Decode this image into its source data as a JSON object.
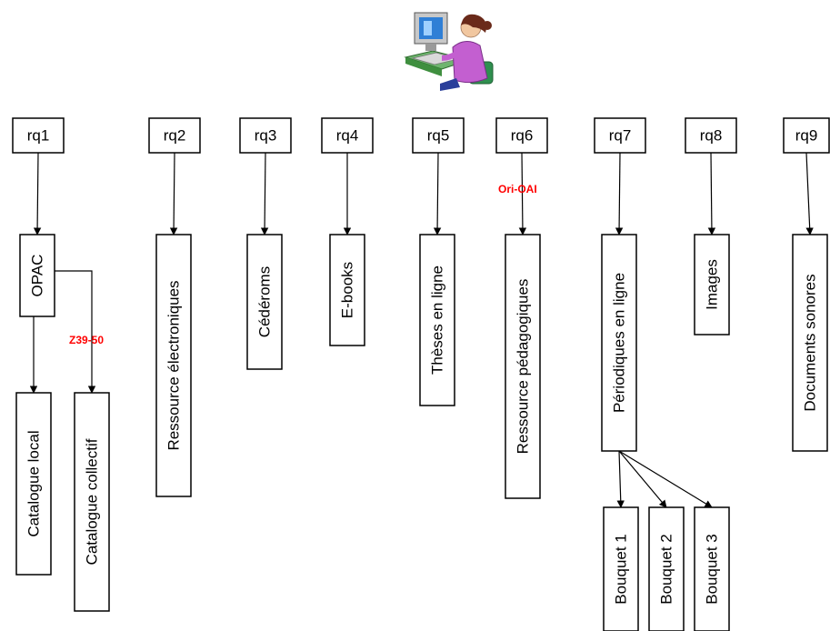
{
  "colors": {
    "line": "#000000",
    "box_fill": "#ffffff",
    "protocol_label": "#ff0000"
  },
  "illustration": {
    "icon": "user-at-computer-icon"
  },
  "requests": [
    {
      "id": "rq1",
      "label": "rq1"
    },
    {
      "id": "rq2",
      "label": "rq2"
    },
    {
      "id": "rq3",
      "label": "rq3"
    },
    {
      "id": "rq4",
      "label": "rq4"
    },
    {
      "id": "rq5",
      "label": "rq5"
    },
    {
      "id": "rq6",
      "label": "rq6"
    },
    {
      "id": "rq7",
      "label": "rq7"
    },
    {
      "id": "rq8",
      "label": "rq8"
    },
    {
      "id": "rq9",
      "label": "rq9"
    }
  ],
  "resources": [
    {
      "id": "opac",
      "label": "OPAC"
    },
    {
      "id": "ressource-electroniques",
      "label": "Ressource électroniques"
    },
    {
      "id": "cederoms",
      "label": "Cédéroms"
    },
    {
      "id": "ebooks",
      "label": "E-books"
    },
    {
      "id": "theses",
      "label": "Thèses en ligne"
    },
    {
      "id": "ressource-pedagogiques",
      "label": "Ressource pédagogiques"
    },
    {
      "id": "periodiques",
      "label": "Périodiques en ligne"
    },
    {
      "id": "images",
      "label": "Images"
    },
    {
      "id": "documents-sonores",
      "label": "Documents sonores"
    },
    {
      "id": "catalogue-local",
      "label": "Catalogue local"
    },
    {
      "id": "catalogue-collectif",
      "label": "Catalogue collectif"
    },
    {
      "id": "bouquet-1",
      "label": "Bouquet 1"
    },
    {
      "id": "bouquet-2",
      "label": "Bouquet 2"
    },
    {
      "id": "bouquet-3",
      "label": "Bouquet 3"
    }
  ],
  "protocols": [
    {
      "id": "z3950",
      "label": "Z39-50"
    },
    {
      "id": "ori-oai",
      "label": "Ori-OAI"
    }
  ],
  "edges": [
    {
      "from": "rq1",
      "to": "opac"
    },
    {
      "from": "rq2",
      "to": "ressource-electroniques"
    },
    {
      "from": "rq3",
      "to": "cederoms"
    },
    {
      "from": "rq4",
      "to": "ebooks"
    },
    {
      "from": "rq5",
      "to": "theses"
    },
    {
      "from": "rq6",
      "to": "ressource-pedagogiques",
      "protocol": "ori-oai"
    },
    {
      "from": "rq7",
      "to": "periodiques"
    },
    {
      "from": "rq8",
      "to": "images"
    },
    {
      "from": "rq9",
      "to": "documents-sonores"
    },
    {
      "from": "opac",
      "to": "catalogue-local"
    },
    {
      "from": "opac",
      "to": "catalogue-collectif",
      "protocol": "z3950"
    },
    {
      "from": "periodiques",
      "to": "bouquet-1"
    },
    {
      "from": "periodiques",
      "to": "bouquet-2"
    },
    {
      "from": "periodiques",
      "to": "bouquet-3"
    }
  ]
}
